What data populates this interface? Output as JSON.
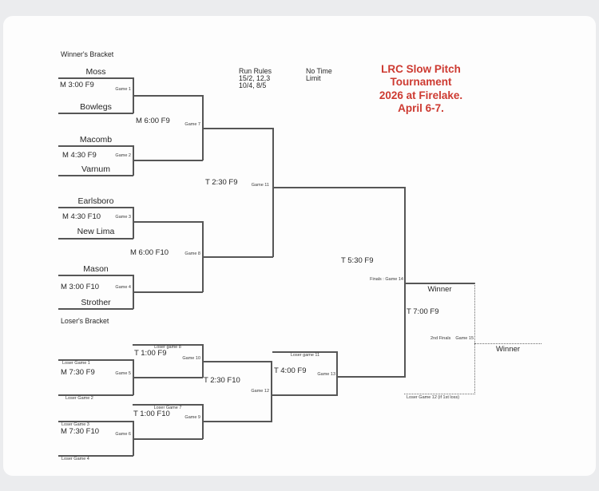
{
  "colors": {
    "title_red": "#cd3a31",
    "line": "#565656"
  },
  "headers": {
    "winners_bracket": "Winner's Bracket",
    "losers_bracket": "Loser's Bracket",
    "run_rules_1": "Run Rules",
    "run_rules_2": "15/2, 12,3",
    "run_rules_3": "10/4, 8/5",
    "no_time_1": "No Time",
    "no_time_2": "Limit",
    "title_1": "LRC Slow Pitch",
    "title_2": "Tournament",
    "title_3": "2026 at Firelake.",
    "title_4": "April 6-7."
  },
  "teams": {
    "moss": "Moss",
    "bowlegs": "Bowlegs",
    "macomb": "Macomb",
    "varnum": "Varnum",
    "earlsboro": "Earlsboro",
    "new_lima": "New Lima",
    "mason": "Mason",
    "strother": "Strother"
  },
  "games": {
    "g1": {
      "time": "M 3:00 F9",
      "label": "Game 1"
    },
    "g2": {
      "time": "M 4:30 F9",
      "label": "Game 2"
    },
    "g3": {
      "time": "M 4:30 F10",
      "label": "Game 3"
    },
    "g4": {
      "time": "M 3:00 F10",
      "label": "Game 4"
    },
    "g5": {
      "time": "M 7:30 F9",
      "label": "Game 5",
      "top": "Loser Game 1",
      "bottom": "Loser Game 2"
    },
    "g6": {
      "time": "M 7:30 F10",
      "label": "Game 6",
      "top": "Loser Game 3",
      "bottom": "Loser Game 4"
    },
    "g7": {
      "time": "M 6:00 F9",
      "label": "Game 7"
    },
    "g8": {
      "time": "M 6:00 F10",
      "label": "Game 8"
    },
    "g9": {
      "time": "T 1:00 F10",
      "label": "Game 9",
      "top": "Loser Game 7"
    },
    "g10": {
      "time": "T 1:00 F9",
      "label": "Game 10",
      "top": "Loser game 8"
    },
    "g11": {
      "time": "T 2:30 F9",
      "label": "Game 11"
    },
    "g12": {
      "time": "T 2:30 F10",
      "label": "Game 12"
    },
    "g13": {
      "time": "T 4:00 F9",
      "label": "Game 13",
      "top": "Loser game 11"
    },
    "g14": {
      "time": "T 5:30 F9",
      "label": "Finals :  Game 14",
      "winner": "Winner"
    },
    "g15": {
      "time": "T 7:00 F9",
      "label": "2nd Finals",
      "label2": "Game 15",
      "winner": "Winner",
      "loser_note": "Loser Game 12 (if 1st loss)"
    }
  }
}
